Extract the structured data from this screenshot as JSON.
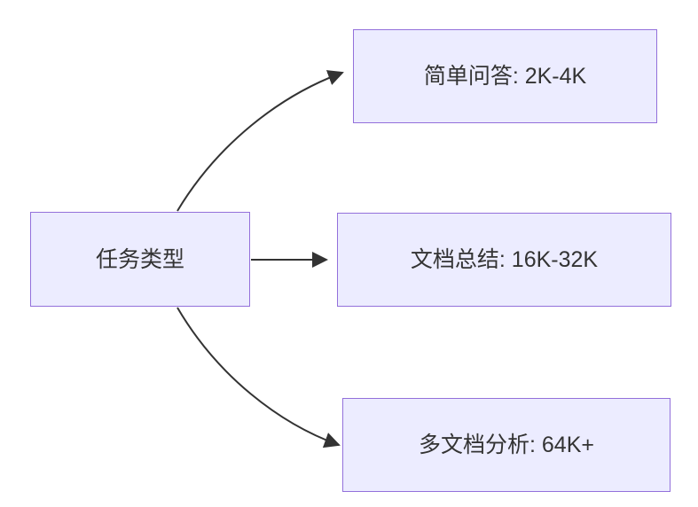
{
  "diagram": {
    "type": "flowchart",
    "root": {
      "label": "任务类型"
    },
    "nodes": [
      {
        "id": "simple-qa",
        "label": "简单问答: 2K-4K"
      },
      {
        "id": "doc-summary",
        "label": "文档总结: 16K-32K"
      },
      {
        "id": "multidoc",
        "label": "多文档分析: 64K+"
      }
    ],
    "edges": [
      {
        "from": "任务类型",
        "to": "简单问答: 2K-4K"
      },
      {
        "from": "任务类型",
        "to": "文档总结: 16K-32K"
      },
      {
        "from": "任务类型",
        "to": "多文档分析: 64K+"
      }
    ],
    "colors": {
      "node_fill": "#ECECFF",
      "node_border": "#9370DB",
      "arrow": "#333333",
      "text": "#333333",
      "background": "#FFFFFF"
    }
  }
}
